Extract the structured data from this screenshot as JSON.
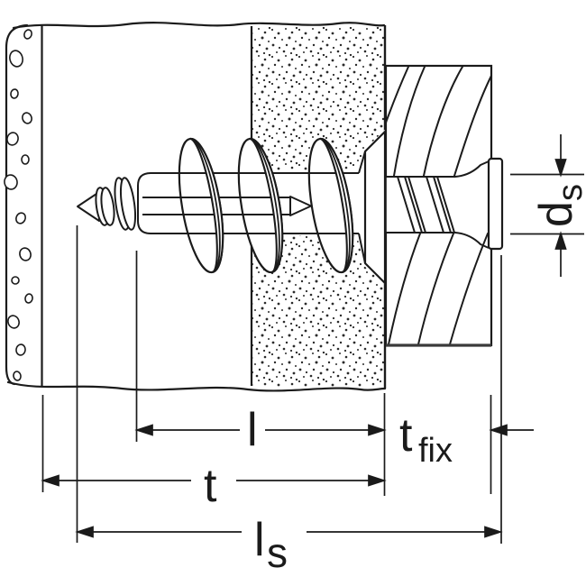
{
  "diagram": {
    "labels": {
      "anchor_length": "l",
      "anchoring_depth": "t",
      "screw_length_main": "l",
      "screw_length_sub": "s",
      "fixture_thickness_main": "t",
      "fixture_thickness_sub": "fix",
      "screw_diameter_main": "d",
      "screw_diameter_sub": "s"
    },
    "colors": {
      "line": "#1b1b1b",
      "dimension_line": "#1a1a1a",
      "background": "#ffffff",
      "stipple_dot": "#2b2b2b",
      "wood_heavy_edge": "#3a3a3a"
    }
  }
}
